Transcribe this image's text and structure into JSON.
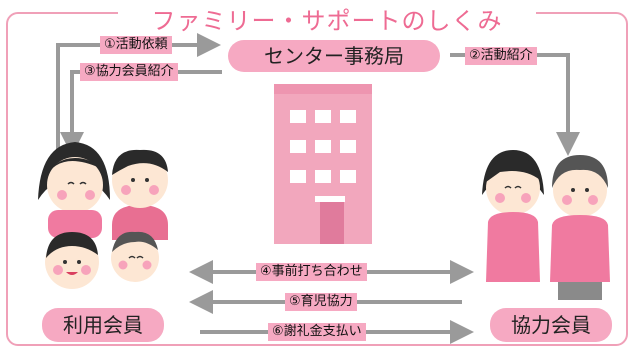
{
  "title": "ファミリー・サポートのしくみ",
  "center": "センター事務局",
  "user_group": "利用会員",
  "helper_group": "協力会員",
  "flows": {
    "request": "①活動依頼",
    "intro_helper": "③協力会員紹介",
    "intro_activity": "②活動紹介",
    "meeting": "④事前打ち合わせ",
    "childcare": "⑤育児協力",
    "payment": "⑥謝礼金支払い"
  },
  "colors": {
    "frame": "#f0a0b8",
    "title": "#ee6b93",
    "pill": "#f6a9c2",
    "arrow": "#9a9a9a",
    "building": "#f2a7bd"
  }
}
